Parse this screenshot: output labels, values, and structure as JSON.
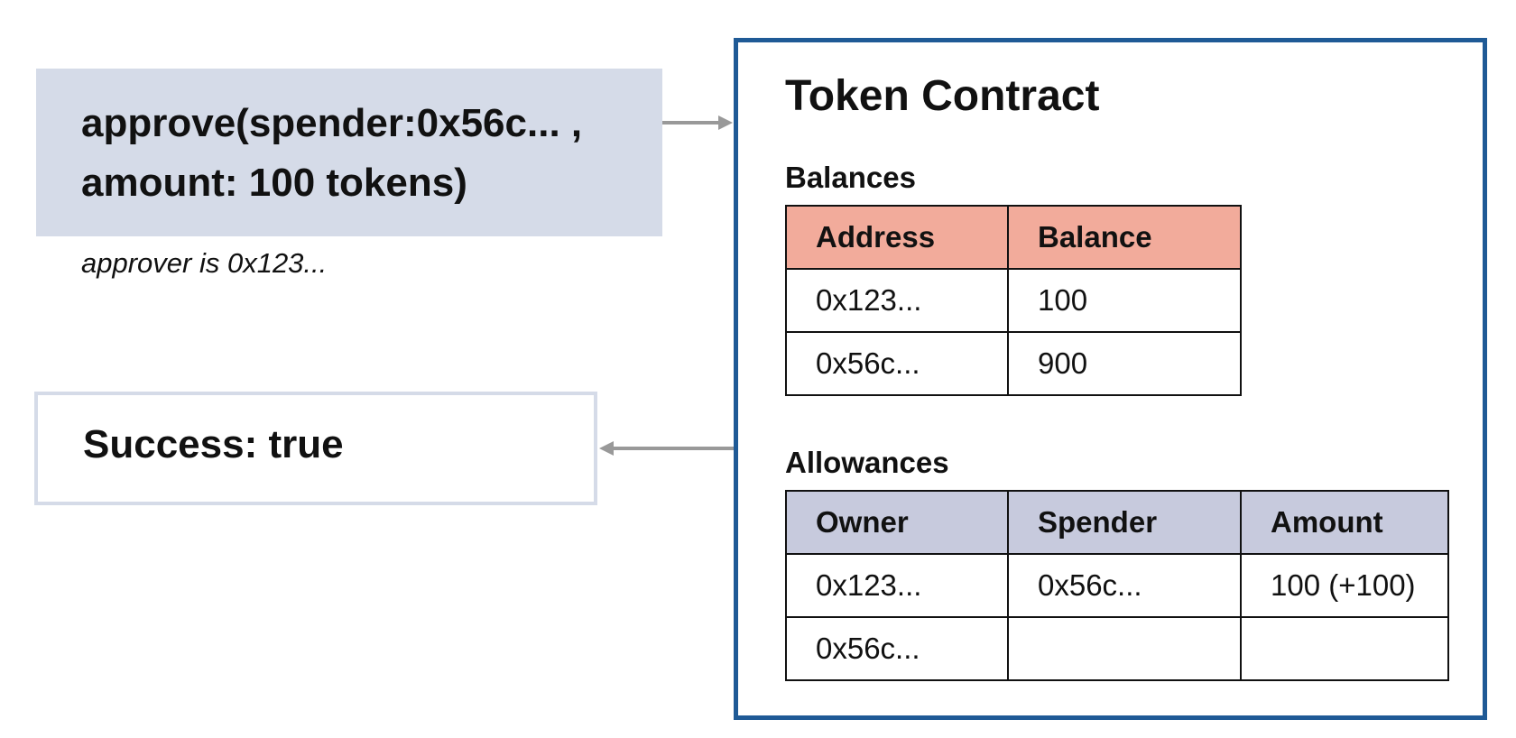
{
  "call": {
    "line1": "approve(spender:0x56c... ,",
    "line2": "amount: 100 tokens)",
    "note": "approver is 0x123..."
  },
  "result": {
    "text": "Success: true"
  },
  "contract": {
    "title": "Token Contract",
    "balances": {
      "label": "Balances",
      "header": [
        "Address",
        "Balance"
      ],
      "rows": [
        [
          "0x123...",
          "100"
        ],
        [
          "0x56c...",
          "900"
        ]
      ]
    },
    "allowances": {
      "label": "Allowances",
      "header": [
        "Owner",
        "Spender",
        "Amount"
      ],
      "rows": [
        [
          "0x123...",
          "0x56c...",
          "100 (+100)"
        ],
        [
          "0x56c...",
          "",
          ""
        ]
      ]
    }
  },
  "colors": {
    "call_box_fill": "#d5dbe8",
    "contract_border": "#1f5a96",
    "balances_header_fill": "#f2ab9b",
    "allowances_header_fill": "#c7cadd",
    "arrow": "#999999"
  }
}
